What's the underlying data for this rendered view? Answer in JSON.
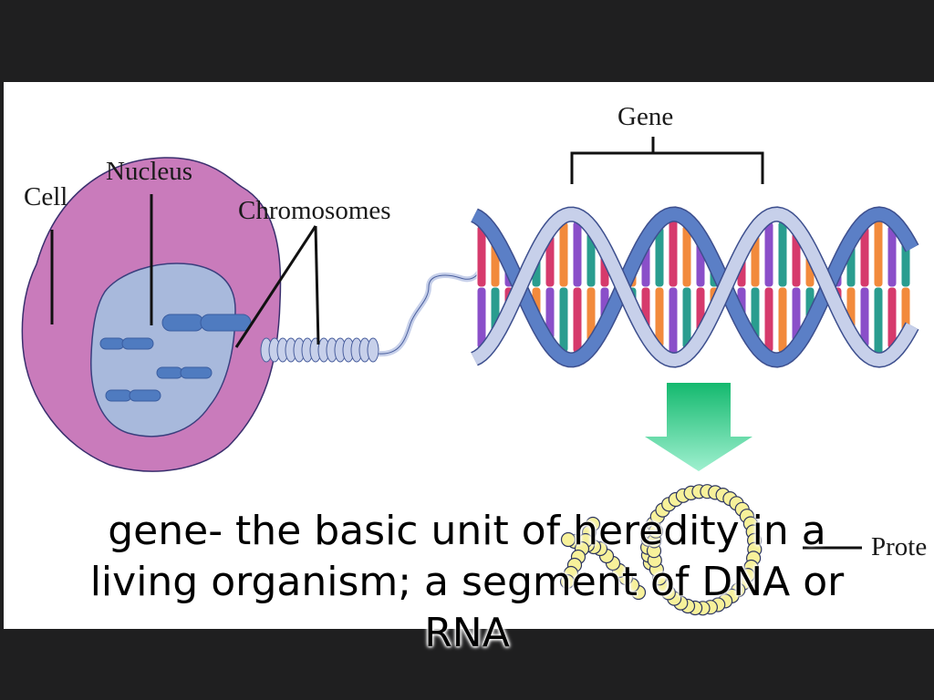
{
  "diagram": {
    "labels": {
      "cell": "Cell",
      "nucleus": "Nucleus",
      "chromosomes": "Chromosomes",
      "gene": "Gene",
      "protein": "Prote"
    },
    "colors": {
      "cell": "#c97bbb",
      "nucleus": "#a8b9dc",
      "chromosome": "#4f7bc0",
      "dna_strand": "#5b7fc6",
      "dna_strand_light": "#c7d0ea",
      "arrow": "#2fc27c",
      "protein_bead": "#f7f19a",
      "base_colors": [
        "#d63a6c",
        "#f28a3c",
        "#8a4fc9",
        "#2a9d8f"
      ]
    }
  },
  "caption": {
    "lines": [
      "gene- the basic unit of heredity in a",
      "living organism; a segment of DNA or",
      "RNA"
    ]
  }
}
